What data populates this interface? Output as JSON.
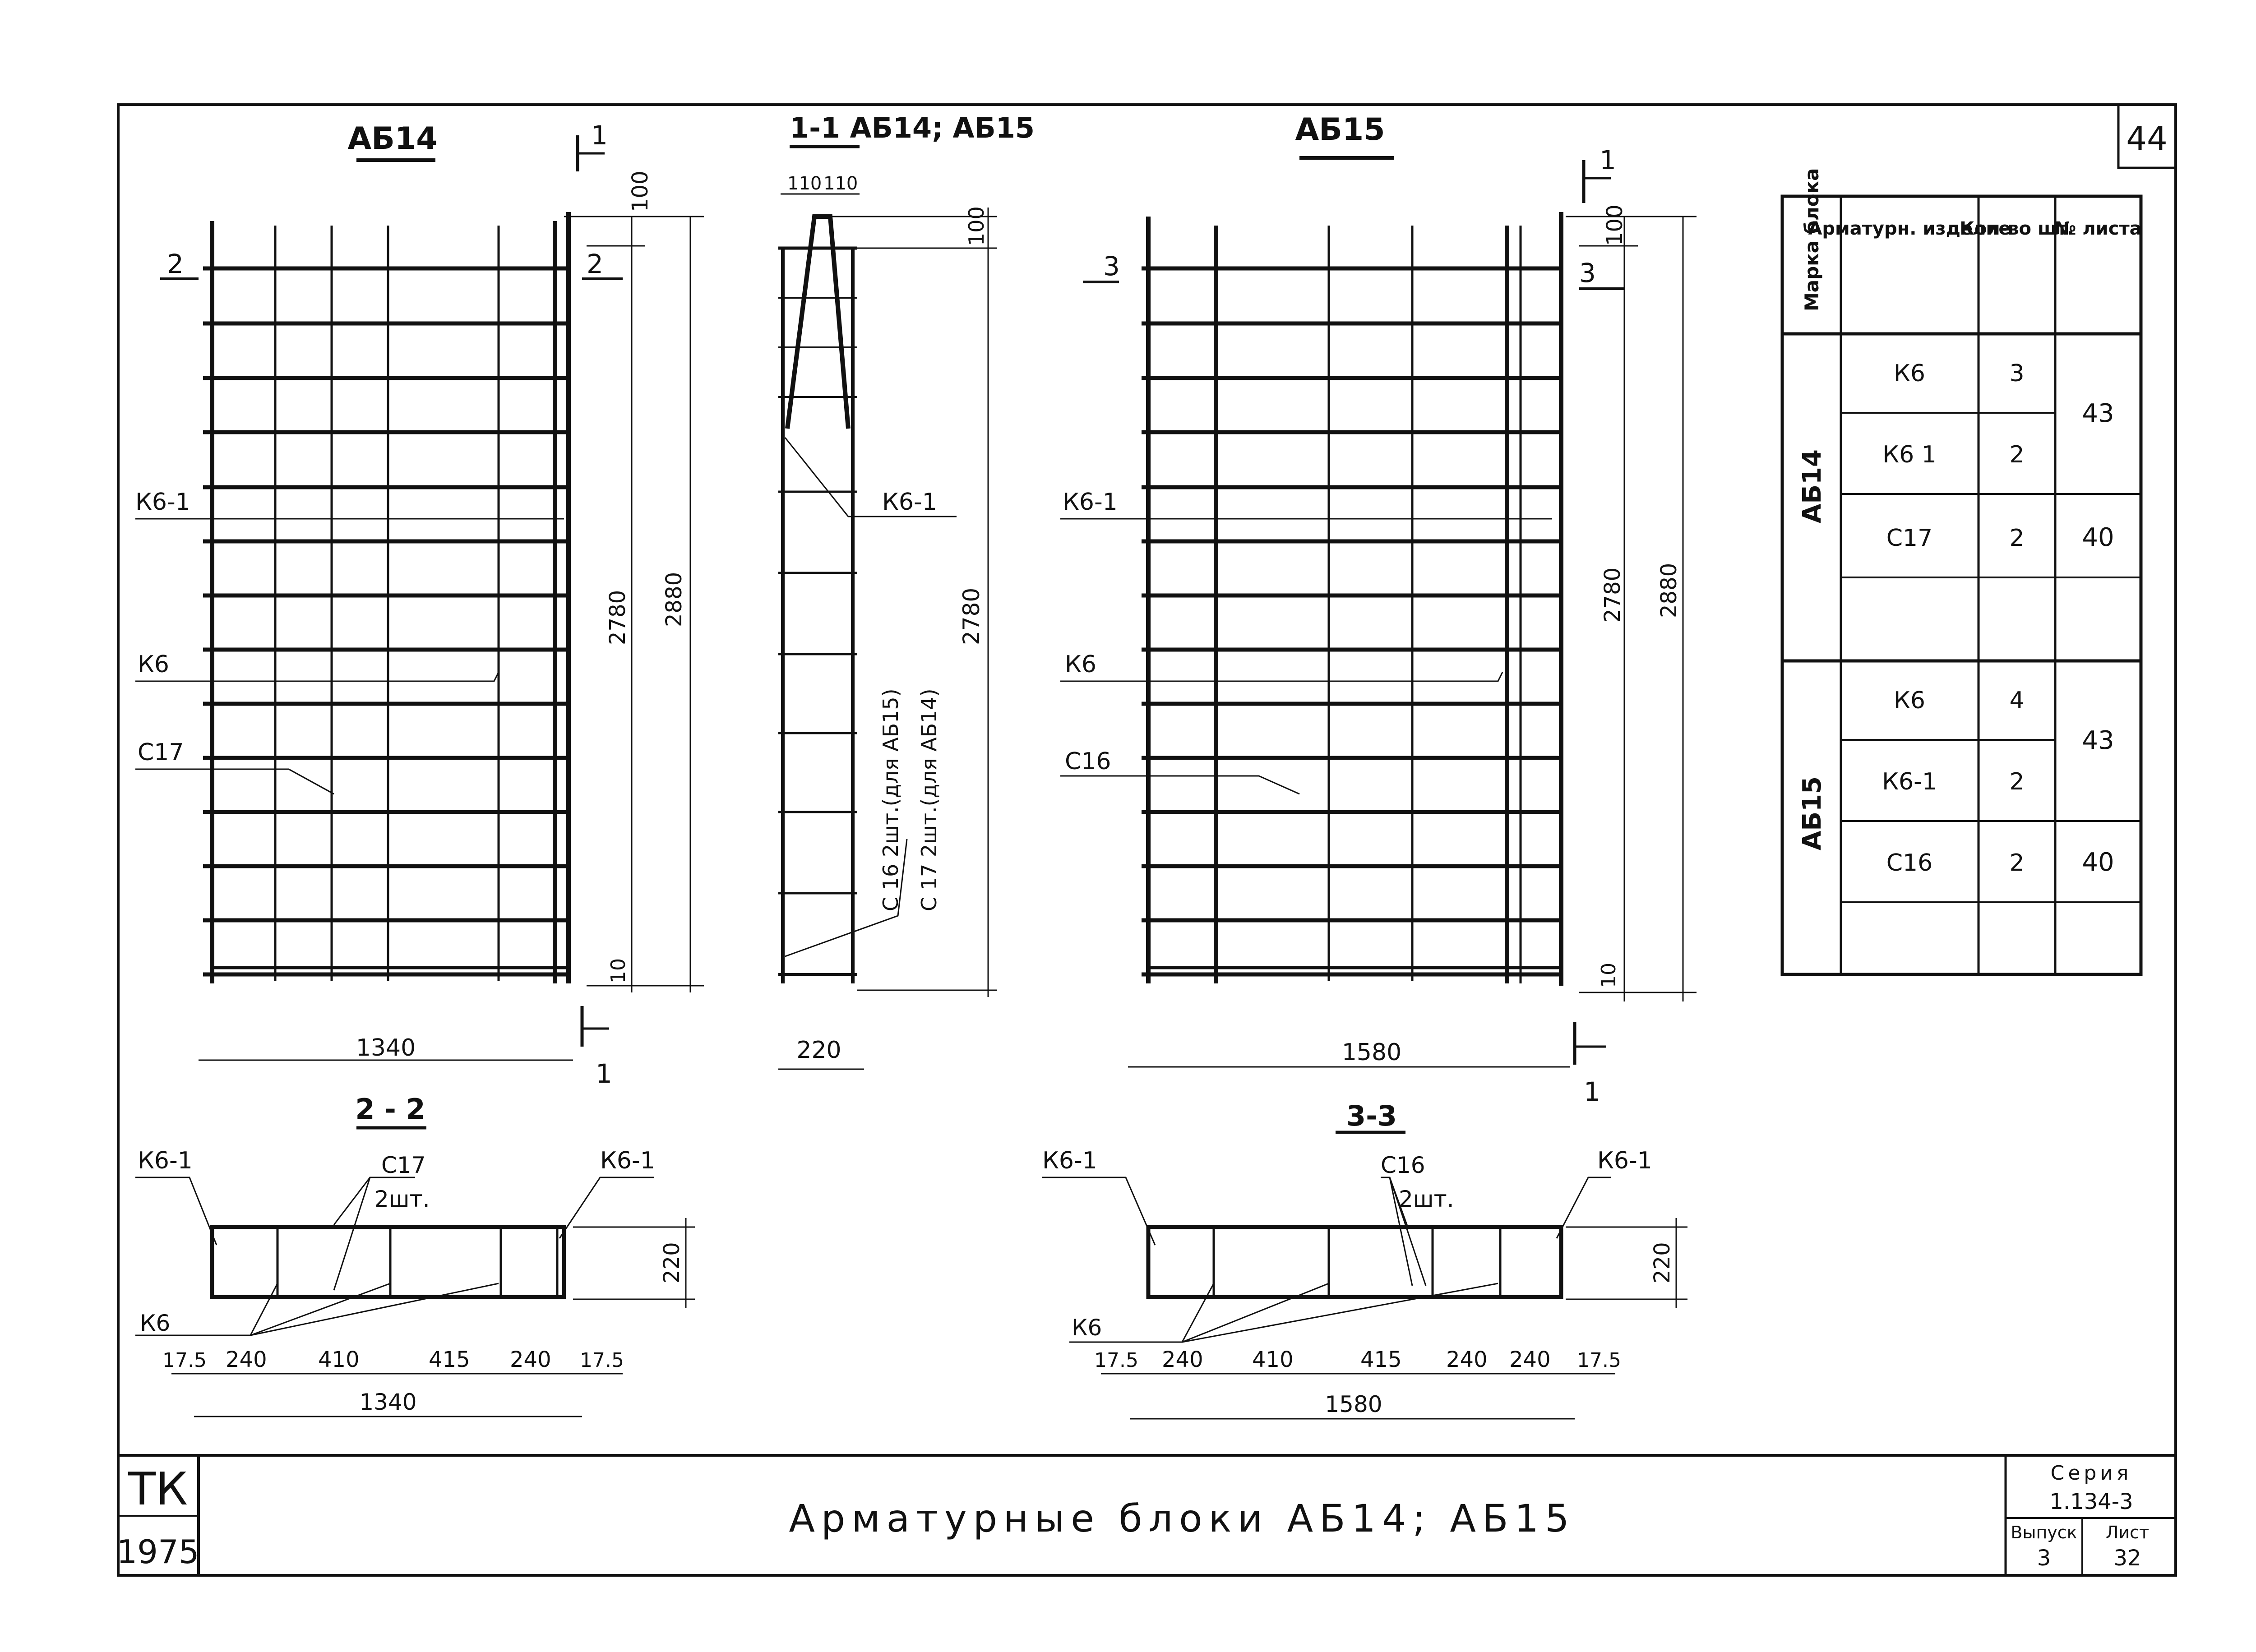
{
  "sheet_number": "44",
  "views": {
    "ab14": {
      "title": "АБ14",
      "cut_label": "1",
      "section_label_left": "2",
      "section_label_right": "2",
      "label_k61": "К6-1",
      "label_k6": "К6",
      "label_c": "С17",
      "dim_top": "100",
      "dim_inner": "2780",
      "dim_total": "2880",
      "dim_bottom": "10",
      "dim_width": "1340"
    },
    "section_1_1": {
      "title": "1-1  АБ14; АБ15",
      "dim_left": "110",
      "dim_right": "110",
      "dim_top": "100",
      "dim_height": "2780",
      "dim_width": "220",
      "label_k61": "К6-1",
      "note_line1": "С 16  2шт.(для АБ15)",
      "note_line2": "С 17  2шт.(для АБ14)"
    },
    "ab15": {
      "title": "АБ15",
      "cut_label": "1",
      "section_label_left": "3",
      "section_label_right": "3",
      "label_k61": "К6-1",
      "label_k6": "К6",
      "label_c": "С16",
      "dim_top": "100",
      "dim_inner": "2780",
      "dim_total": "2880",
      "dim_bottom": "10",
      "dim_width": "1580"
    },
    "section_2_2": {
      "title": "2 - 2",
      "label_k61_left": "К6-1",
      "label_k61_right": "К6-1",
      "label_c": "С17",
      "label_c_qty": "2шт.",
      "label_k6": "К6",
      "dim_height": "220",
      "dims": [
        "17.5",
        "240",
        "410",
        "415",
        "240",
        "17.5"
      ],
      "dim_total": "1340"
    },
    "section_3_3": {
      "title": "3-3",
      "label_k61_left": "К6-1",
      "label_k61_right": "К6-1",
      "label_c": "С16",
      "label_c_qty": "2шт.",
      "label_k6": "К6",
      "dim_height": "220",
      "dims": [
        "17.5",
        "240",
        "410",
        "415",
        "240",
        "240",
        "17.5"
      ],
      "dim_total": "1580"
    }
  },
  "table": {
    "headers": [
      "Марка блока",
      "Арматурн. изделие",
      "Кол-во шт.",
      "№ листа"
    ],
    "groups": [
      {
        "mark": "АБ14",
        "rows": [
          {
            "item": "К6",
            "qty": "3",
            "sheet": "43"
          },
          {
            "item": "К6 1",
            "qty": "2",
            "sheet": ""
          },
          {
            "item": "С17",
            "qty": "2",
            "sheet": "40"
          }
        ]
      },
      {
        "mark": "АБ15",
        "rows": [
          {
            "item": "К6",
            "qty": "4",
            "sheet": "43"
          },
          {
            "item": "К6-1",
            "qty": "2",
            "sheet": ""
          },
          {
            "item": "С16",
            "qty": "2",
            "sheet": "40"
          }
        ]
      }
    ]
  },
  "title_block": {
    "org": "ТК",
    "year": "1975",
    "title": "Арматурные   блоки   АБ14;  АБ15",
    "series_label": "Серия",
    "series": "1.134-3",
    "issue_label": "Выпуск",
    "sheet_label": "Лист",
    "issue": "3",
    "sheet": "32"
  }
}
